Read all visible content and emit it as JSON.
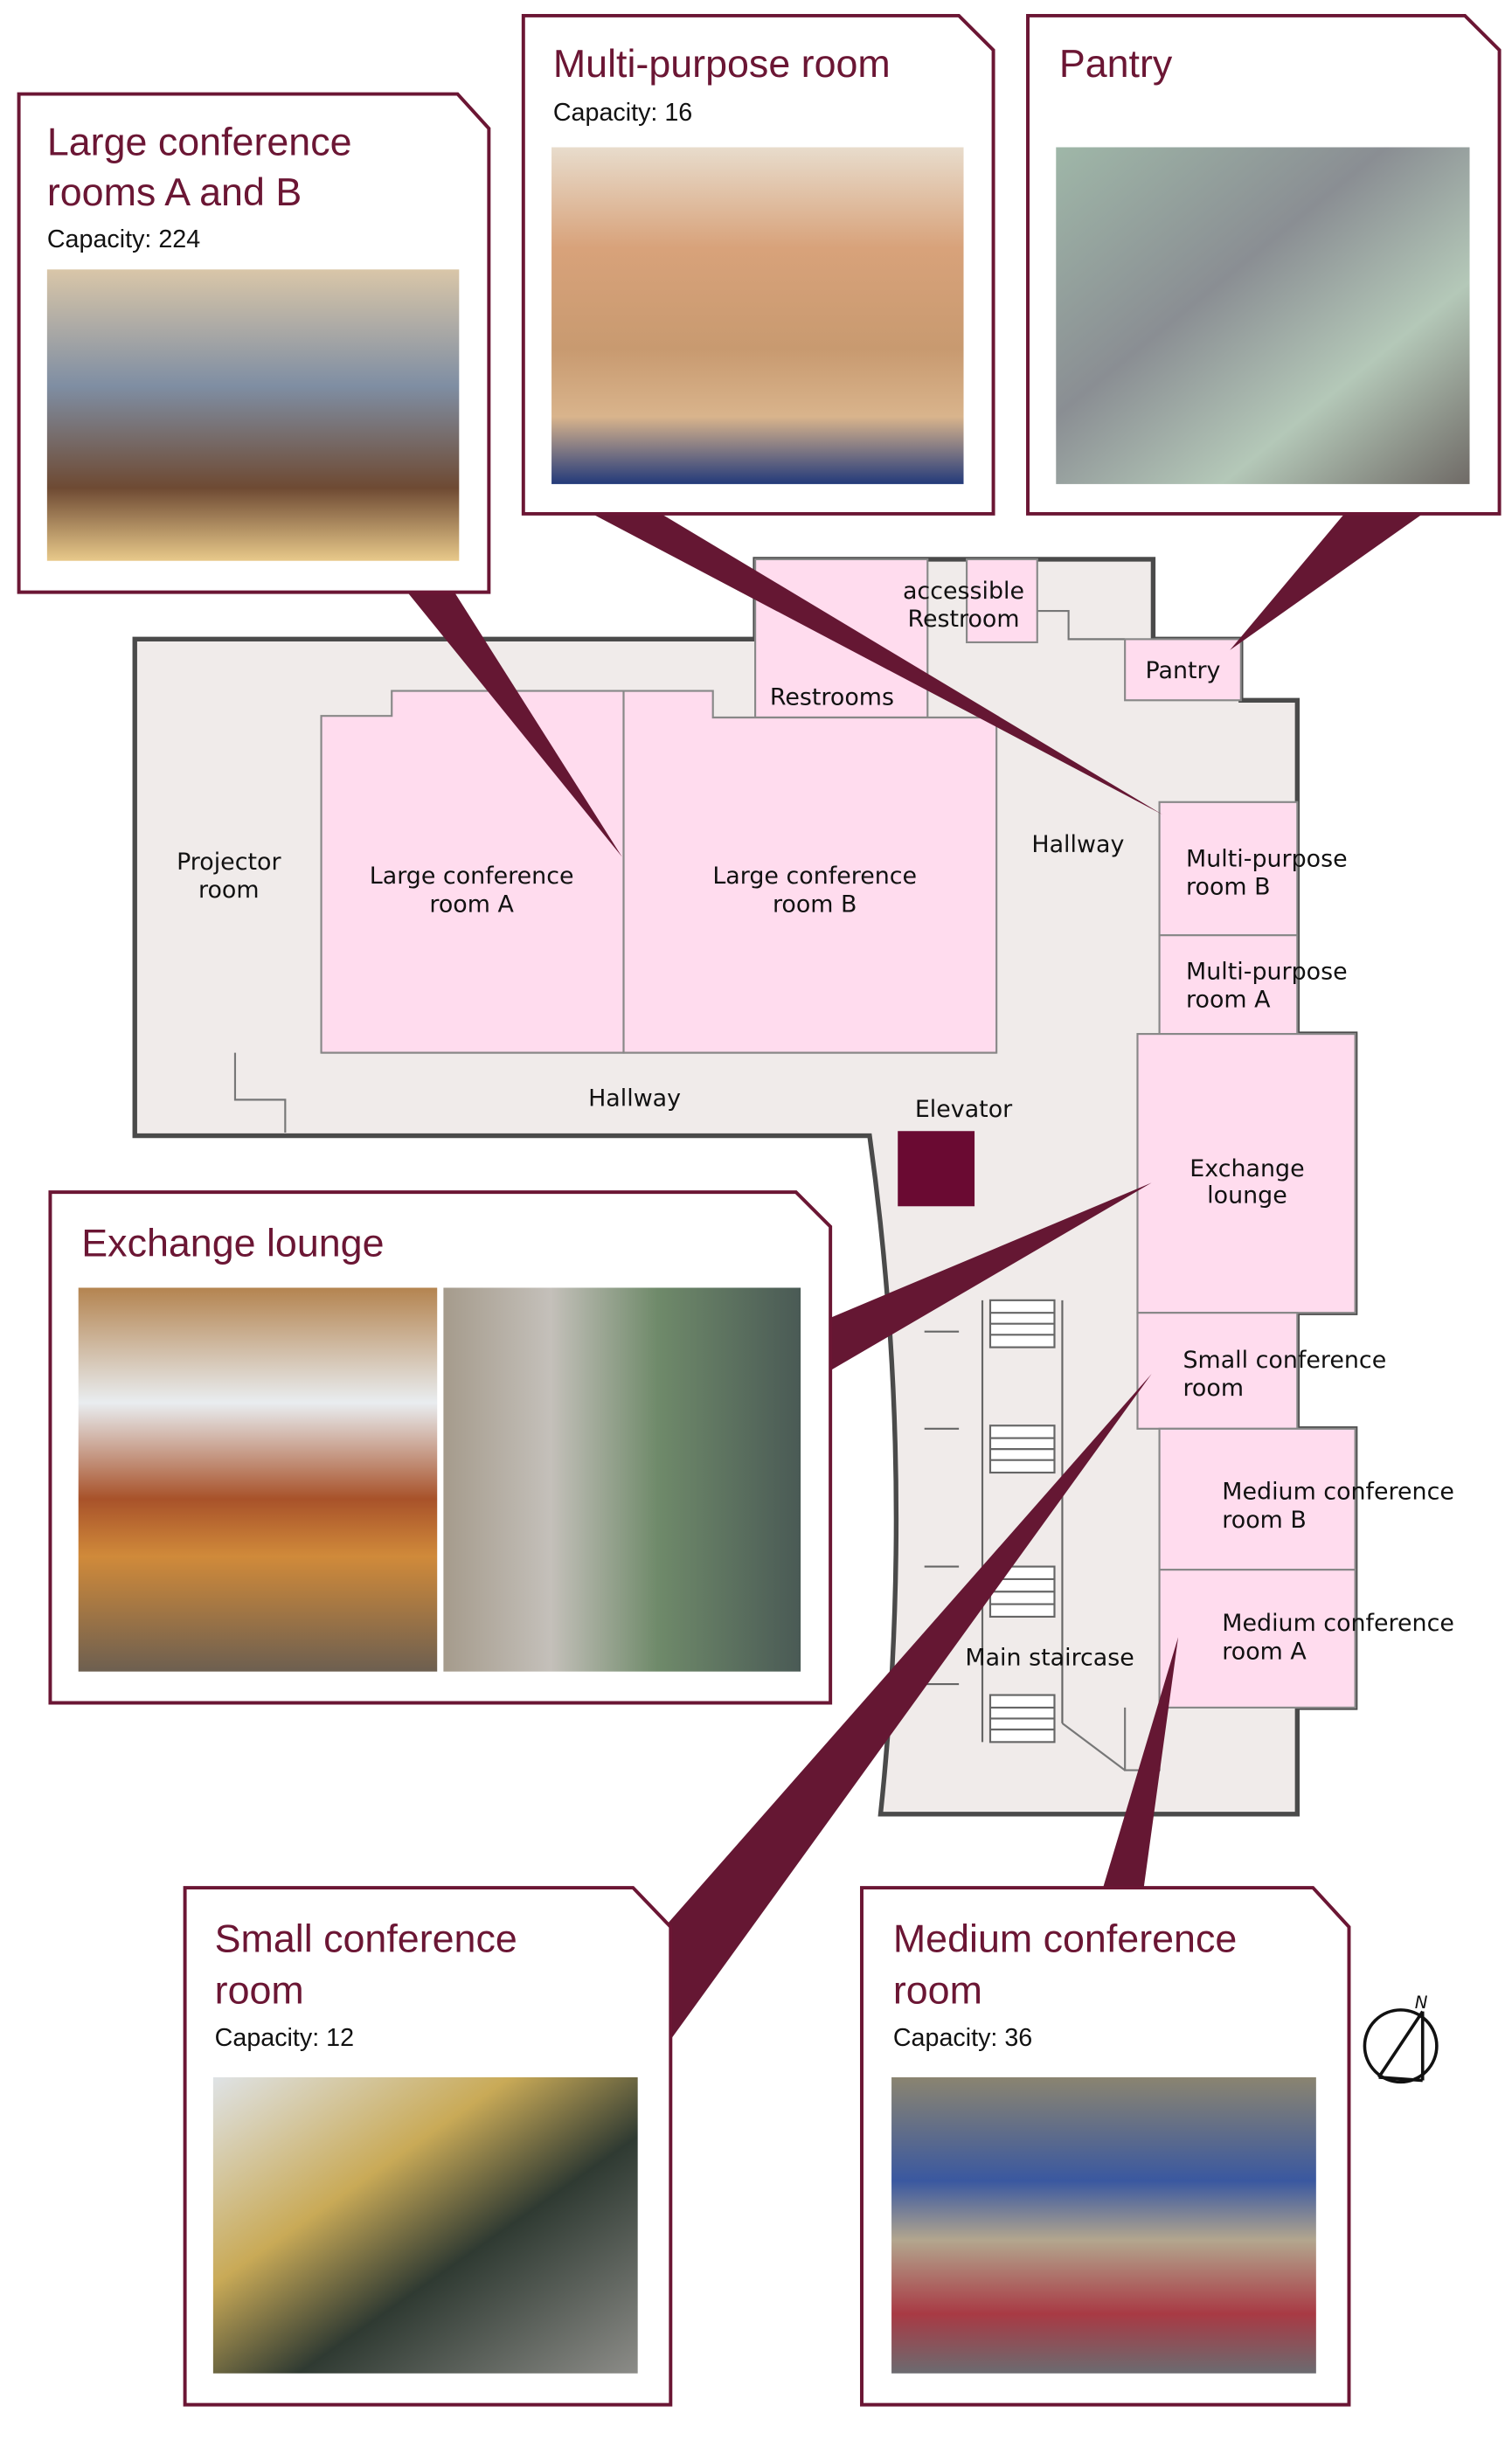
{
  "cards": {
    "large": {
      "title_1": "Large conference",
      "title_2": "rooms A and B",
      "capacity": "Capacity: 224"
    },
    "multi": {
      "title": "Multi-purpose room",
      "capacity": "Capacity: 16"
    },
    "pantry": {
      "title": "Pantry"
    },
    "exchange": {
      "title": "Exchange lounge"
    },
    "small": {
      "title_1": "Small conference",
      "title_2": "room",
      "capacity": "Capacity: 12"
    },
    "medium": {
      "title_1": "Medium conference",
      "title_2": "room",
      "capacity": "Capacity: 36"
    }
  },
  "plan": {
    "accessible_1": "accessible",
    "accessible_2": "Restroom",
    "restrooms": "Restrooms",
    "pantry": "Pantry",
    "projector_1": "Projector",
    "projector_2": "room",
    "large_a_1": "Large conference",
    "large_a_2": "room A",
    "large_b_1": "Large conference",
    "large_b_2": "room B",
    "hallway_top": "Hallway",
    "hallway_bottom": "Hallway",
    "multi_b_1": "Multi-purpose",
    "multi_b_2": "room B",
    "multi_a_1": "Multi-purpose",
    "multi_a_2": "room  A",
    "elevator": "Elevator",
    "exchange_1": "Exchange",
    "exchange_2": "lounge",
    "small_1": "Small conference",
    "small_2": "room",
    "medium_b_1": "Medium conference",
    "medium_b_2": "room B",
    "medium_a_1": "Medium conference",
    "medium_a_2": "room A",
    "staircase": "Main staircase"
  },
  "compass": {
    "label": "N"
  },
  "colors": {
    "accent": "#6b1634",
    "room": "#ffdcee",
    "floor": "#f0ebea"
  }
}
